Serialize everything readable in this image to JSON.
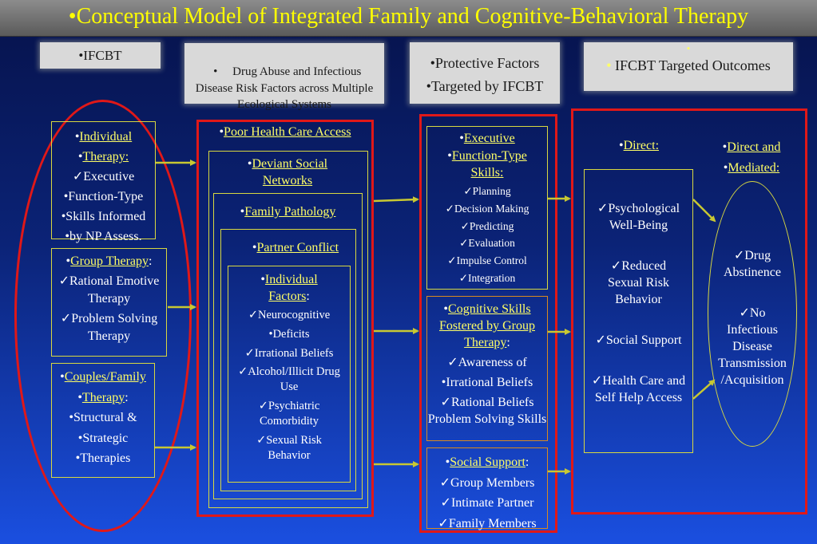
{
  "title": "•Conceptual Model of Integrated Family and Cognitive-Behavioral Therapy",
  "headers": {
    "ifcbt": "•IFCBT",
    "risk": "•     Drug Abuse and Infectious Disease Risk Factors across Multiple Ecological Systems",
    "protective_line1": "•Protective Factors",
    "protective_line2": "•Targeted by IFCBT",
    "outcomes_dot": "•",
    "outcomes_label": " IFCBT Targeted Outcomes"
  },
  "therapies": {
    "individual": {
      "bullet1": "•",
      "title1": "Individual",
      "bullet2": "•",
      "title2": "Therapy:",
      "lines": [
        "✓Executive",
        "•Function-Type",
        "•Skills Informed",
        "•by NP Assess."
      ]
    },
    "group": {
      "bullet": "•",
      "title": "Group Therapy",
      "colon": ":",
      "lines": [
        "✓Rational Emotive Therapy",
        "✓Problem Solving Therapy"
      ]
    },
    "couples": {
      "bullet1": "•",
      "title1": "Couples/Family",
      "bullet2": "•",
      "title2": "Therapy",
      "colon": ":",
      "lines": [
        "•Structural &",
        "•Strategic",
        "•Therapies"
      ]
    }
  },
  "risk_factors": {
    "health_bullet": "•",
    "health": "Poor Health Care Access",
    "deviant_bullet": "•",
    "deviant": "Deviant Social Networks",
    "family_bullet": "•",
    "family": "Family Pathology",
    "partner_bullet": "•",
    "partner": "Partner Conflict",
    "individual_bullet": "•",
    "individual": "Individual Factors",
    "individual_colon": ":",
    "individual_items": [
      "✓Neurocognitive",
      "•Deficits",
      "✓Irrational Beliefs",
      "✓Alcohol/Illicit Drug Use",
      "✓Psychiatric Comorbidity",
      "✓Sexual Risk Behavior"
    ]
  },
  "protective": {
    "executive": {
      "bullet1": "•",
      "title1": "Executive",
      "bullet2": "•",
      "title2": "Function-Type Skills:",
      "items": [
        "✓Planning",
        "✓Decision Making",
        "✓Predicting",
        "✓Evaluation",
        "✓Impulse Control",
        "✓Integration"
      ]
    },
    "cognitive": {
      "bullet": "•",
      "title": "Cognitive Skills Fostered by Group Therapy",
      "colon": ":",
      "items": [
        "✓Awareness of",
        "•Irrational Beliefs",
        "✓Rational Beliefs Problem Solving Skills"
      ]
    },
    "social": {
      "bullet": "•",
      "title": "Social Support",
      "colon": ":",
      "items": [
        "✓Group Members",
        "✓Intimate Partner",
        "✓Family Members"
      ]
    }
  },
  "outcomes": {
    "direct_bullet": "•",
    "direct": "Direct:",
    "mediated_bullet1": "•",
    "mediated1": "Direct and",
    "mediated_bullet2": "•",
    "mediated2": "Mediated:",
    "direct_items": [
      "✓Psychological Well-Being",
      "✓Reduced Sexual Risk Behavior",
      "✓Social Support",
      "✓Health Care and Self Help Access"
    ],
    "mediated_items": [
      "✓Drug Abstinence",
      "✓No Infectious Disease Transmission /Acquisition"
    ]
  },
  "colors": {
    "title": "#ffff00",
    "link_text": "#ffff66",
    "arrow": "#c8c832",
    "red_outline": "#e01818",
    "frame": "#d8d840"
  }
}
